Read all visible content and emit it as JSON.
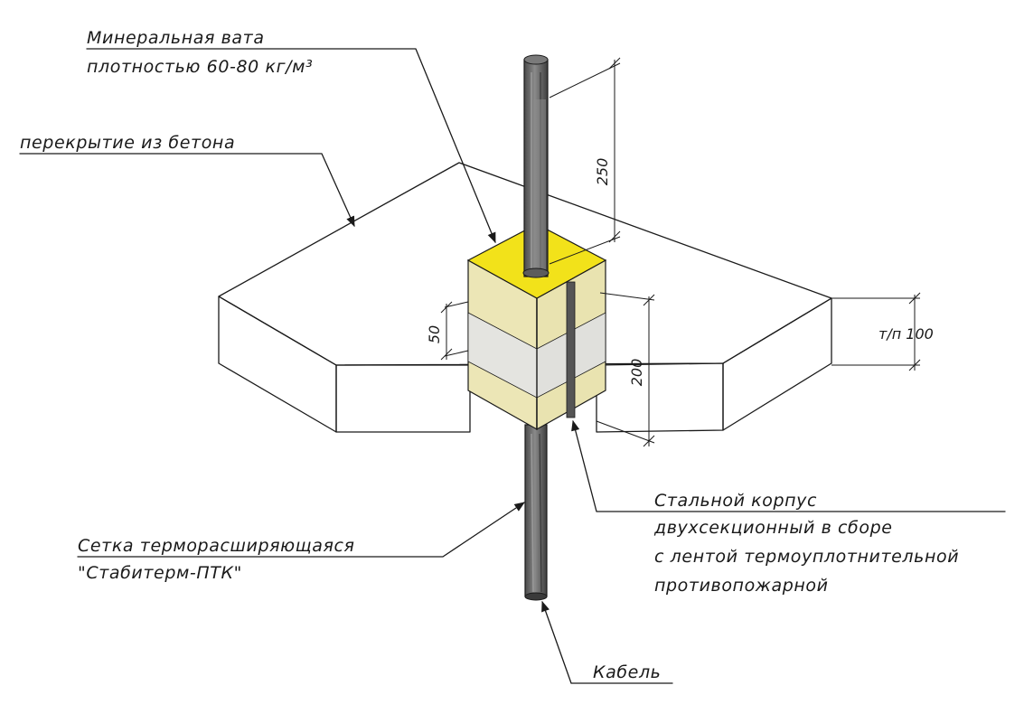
{
  "labels": {
    "mineral_wool_line1": "Минеральная вата",
    "mineral_wool_line2": "плотностью 60-80 кг/м³",
    "slab": "перекрытие из бетона",
    "casing_line1": "Стальной корпус",
    "casing_line2": "двухсекционный в сборе",
    "casing_line3": "с лентой термоуплотнительной",
    "casing_line4": "противопожарной",
    "mesh_line1": "Сетка терморасширяющаяся",
    "mesh_line2": "\"Стабитерм-ПТК\"",
    "cable": "Кабель"
  },
  "dimensions": {
    "cable_above": "250",
    "slab_thickness": "т/п 100",
    "casing_height": "200",
    "band_offset": "50"
  },
  "colors": {
    "mineral_wool": "#f2e21a",
    "casing": "#ece6b6",
    "casing_band": "#e2e2de",
    "cable": "#6a6a6a",
    "slab": "#ffffff",
    "ink": "#1a1a1a"
  }
}
